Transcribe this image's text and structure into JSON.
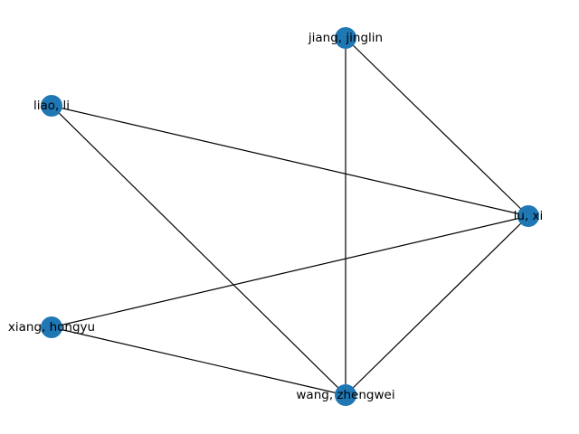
{
  "graph": {
    "node_color": "#1f77b4",
    "edge_color": "#000000",
    "nodes": [
      {
        "id": "jiang",
        "label": "jiang, jinglin"
      },
      {
        "id": "liao",
        "label": "liao, li"
      },
      {
        "id": "lu",
        "label": "lu, xi"
      },
      {
        "id": "xiang",
        "label": "xiang, hongyu"
      },
      {
        "id": "wang",
        "label": "wang, zhengwei"
      }
    ],
    "edges": [
      [
        "jiang",
        "lu"
      ],
      [
        "jiang",
        "wang"
      ],
      [
        "liao",
        "lu"
      ],
      [
        "liao",
        "wang"
      ],
      [
        "lu",
        "xiang"
      ],
      [
        "lu",
        "wang"
      ],
      [
        "xiang",
        "wang"
      ]
    ]
  }
}
